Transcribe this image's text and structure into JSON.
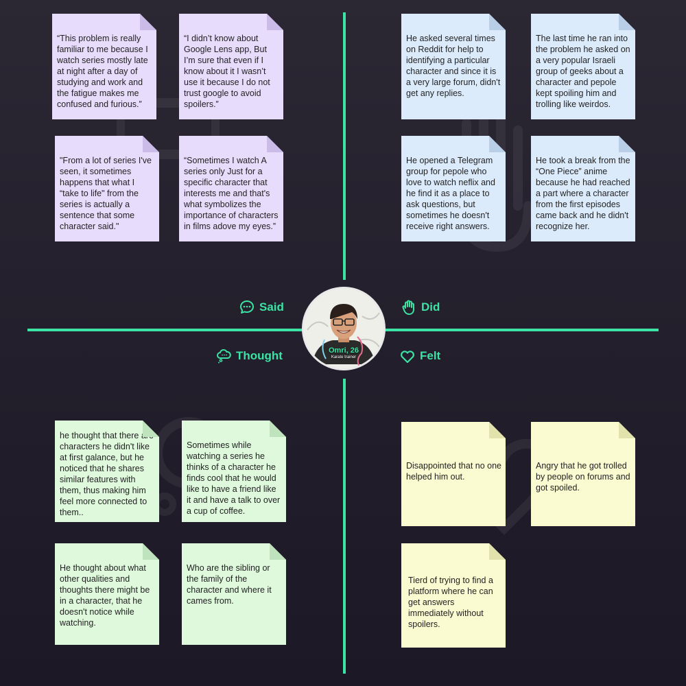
{
  "persona": {
    "name": "Omri, 26",
    "role": "Karate trainer"
  },
  "accent_color": "#3be3a4",
  "quadrants": {
    "said": {
      "label": "Said",
      "icon": "speech-bubble-icon",
      "color": "#e8dcfc",
      "notes": [
        "“This problem is really familiar to me because I watch series mostly late at night after a day of studying and work and the fatigue makes me confused and furious.”",
        "“I didn’t know about Google Lens app, But I’m sure that even if I know about it I wasn’t use it because I do not trust google to avoid spoilers.”",
        "\"From a lot of series I've seen, it sometimes happens that what I “take to life\" from the series is actually a sentence that some character said.\"",
        "“Sometimes I watch A series only Just for a specific character that interests me and that's what symbolizes the importance of characters in films adove my eyes.”"
      ]
    },
    "did": {
      "label": "Did",
      "icon": "hand-icon",
      "color": "#dcebfc",
      "notes": [
        "He asked several times on Reddit for help to identifying a particular character and since it is a very large forum, didn't get any replies.",
        "The last time he ran into the problem he asked on a very popular Israeli group of geeks about a character and pepole kept spoiling him and trolling like weirdos.",
        "He opened a Telegram group for pepole who love to watch neflix and he find it as a place to ask questions, but sometimes he doesn't receive right answers.",
        "He took a break from the “One Piece” anime because he had reached a part where a character from the first episodes came back and he didn't recognize her."
      ]
    },
    "thought": {
      "label": "Thought",
      "icon": "thought-cloud-icon",
      "color": "#dff9dd",
      "notes": [
        "he thought that there are characters he didn't like at first galance, but he noticed that he shares similar features with them, thus making him feel more connected to them..",
        "Sometimes while watching a series he thinks of a character he finds cool that he would like to have a friend like it and have a talk to over a cup of coffee.",
        "He thought about what other qualities and thoughts there might be in a character, that he doesn't notice while watching.",
        "Who are the sibling or the family of the character and where it cames from."
      ]
    },
    "felt": {
      "label": "Felt",
      "icon": "heart-icon",
      "color": "#fbfbd2",
      "notes": [
        "Disappointed that no one helped him out.",
        "Angry that he got trolled by people on forums and got spoiled.",
        "Tierd of trying to find a platform where he can get answers immediately without spoilers."
      ]
    }
  }
}
